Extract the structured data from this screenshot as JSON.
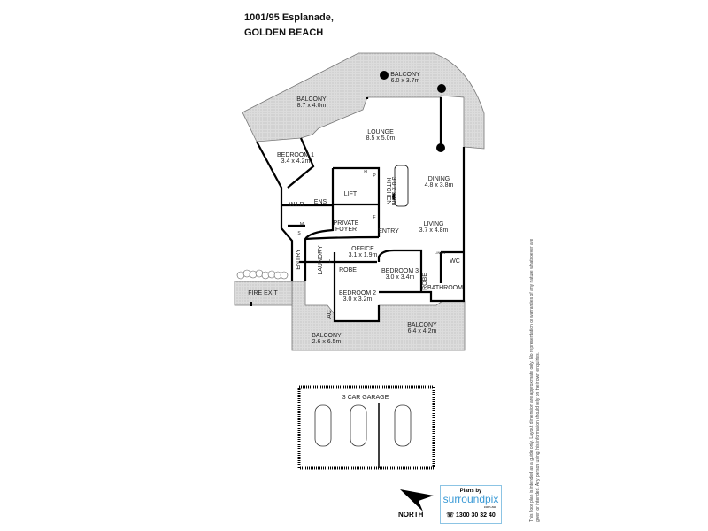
{
  "header": {
    "line1": "1001/95 Esplanade,",
    "line2": "GOLDEN BEACH"
  },
  "rooms": {
    "balcony_ne": {
      "name": "BALCONY",
      "size": "6.0 x 3.7m"
    },
    "balcony_nw": {
      "name": "BALCONY",
      "size": "8.7 x 4.0m"
    },
    "lounge": {
      "name": "LOUNGE",
      "size": "8.5 x 5.0m"
    },
    "bedroom1": {
      "name": "BEDROOM 1",
      "size": "3.4 x 4.2m"
    },
    "dining": {
      "name": "DINING",
      "size": "4.8 x 3.8m"
    },
    "kitchen": {
      "name": "KITCHEN",
      "size": "3.0 x 3.8m"
    },
    "lift": "LIFT",
    "wir": "W.I.R",
    "ens": "ENS",
    "foyer1": "PRIVATE",
    "foyer2": "FOYER",
    "entry": "ENTRY",
    "entry_side": "ENTRY",
    "living": {
      "name": "LIVING",
      "size": "3.7 x 4.8m"
    },
    "office": {
      "name": "OFFICE",
      "size": "3.1 x 1.9m"
    },
    "laundry": "LAUNDRY",
    "robe": "ROBE",
    "robe2": "ROBE",
    "bedroom3": {
      "name": "BEDROOM 3",
      "size": "3.0 x 3.4m"
    },
    "bedroom2": {
      "name": "BEDROOM 2",
      "size": "3.0 x 3.2m"
    },
    "wc": "WC",
    "bathroom": "BATHROOM",
    "linen": "LINEN",
    "fire_exit": "FIRE EXIT",
    "ac": "AC",
    "balcony_se": {
      "name": "BALCONY",
      "size": "6.4 x 4.2m"
    },
    "balcony_sw": {
      "name": "BALCONY",
      "size": "2.6 x 6.5m"
    },
    "fixtures": {
      "h": "H",
      "p": "P",
      "f": "F",
      "m": "M",
      "s": "S",
      "l": "L"
    },
    "garage": "3 CAR GARAGE"
  },
  "compass": {
    "label": "NORTH"
  },
  "logo": {
    "by": "Plans by",
    "brand": "surroundpix",
    "domain": "com.au",
    "phone": "1300 30 32 40"
  },
  "disclaimer": "This floor plan is intended as a guide only. Layout dimension are approximate only. No representation or warranties of any nature whatsoever are given or intended. Any person using this information should rely on their own enquiries.",
  "colors": {
    "balcony_fill": "#d8d8d8",
    "wall": "#000000",
    "logo_accent": "#3a9ad6"
  }
}
